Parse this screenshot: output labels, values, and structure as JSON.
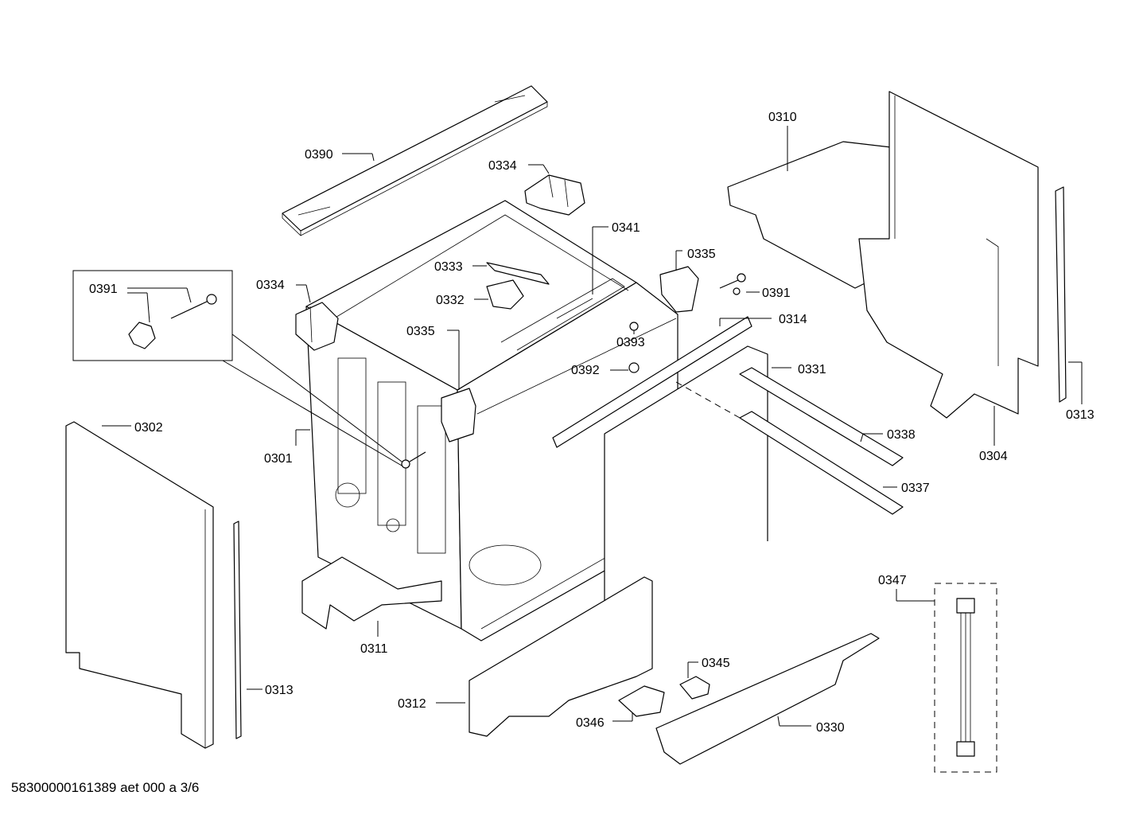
{
  "callouts": {
    "c0390": "0390",
    "c0334a": "0334",
    "c0334b": "0334",
    "c0341": "0341",
    "c0333": "0333",
    "c0332": "0332",
    "c0335a": "0335",
    "c0335b": "0335",
    "c0391a": "0391",
    "c0391b": "0391",
    "c0310": "0310",
    "c0314": "0314",
    "c0393": "0393",
    "c0392": "0392",
    "c0331": "0331",
    "c0338": "0338",
    "c0337": "0337",
    "c0304": "0304",
    "c0313a": "0313",
    "c0313b": "0313",
    "c0302": "0302",
    "c0301": "0301",
    "c0311": "0311",
    "c0312": "0312",
    "c0345": "0345",
    "c0346": "0346",
    "c0330": "0330",
    "c0347": "0347"
  },
  "footer": "58300000161389 aet 000 a 3/6"
}
